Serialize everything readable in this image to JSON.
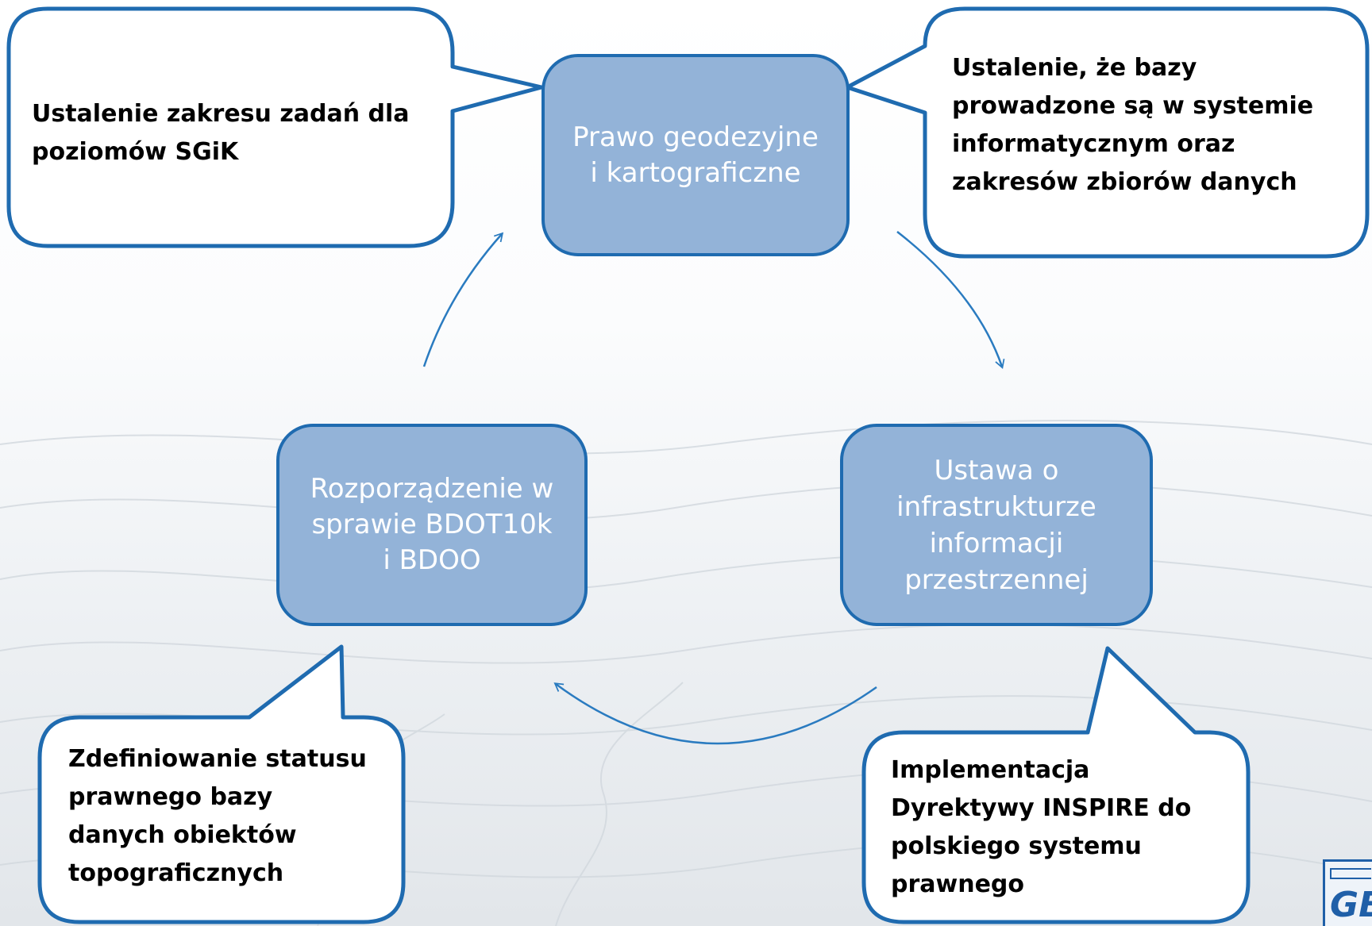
{
  "nodes": {
    "top": "Prawo geodezyjne\ni kartograficzne",
    "right": "Ustawa o\ninfrastrukturze\ninformacji\nprzestrzennej",
    "left": "Rozporządzenie w\nsprawie BDOT10k\ni BDOO"
  },
  "callouts": {
    "top_left": "Ustalenie zakresu zadań dla\npoziomów SGiK",
    "top_right": "Ustalenie, że bazy\nprowadzone są w systemie\ninformatycznym  oraz\nzakresów zbiorów danych",
    "bottom_left": "Zdefiniowanie statusu\nprawnego bazy\ndanych obiektów\ntopograficznych",
    "bottom_right": "Implementacja\nDyrektywy INSPIRE do\npolskiego systemu\nprawnego"
  },
  "logo": {
    "text": "GBD"
  },
  "colors": {
    "node_fill": "#93b3d8",
    "node_border": "#1f6bb0",
    "callout_border": "#1f6bb0",
    "arrow": "#2a7bc0"
  }
}
